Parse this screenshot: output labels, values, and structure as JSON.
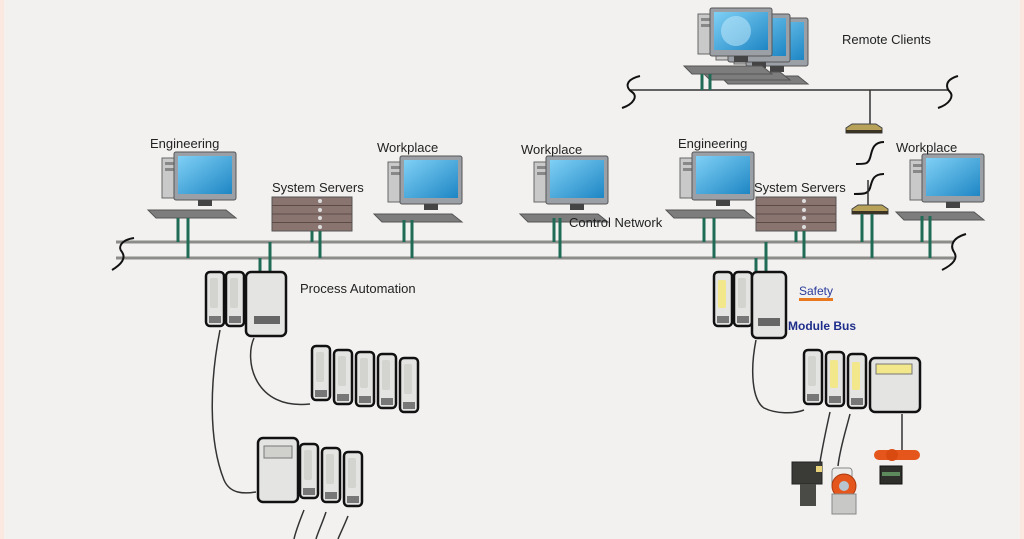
{
  "diagram": {
    "networks": {
      "remote": {
        "label": "Remote Clients"
      },
      "control": {
        "label": "Control Network"
      },
      "module_bus": {
        "label": "Module Bus"
      }
    },
    "nodes": [
      {
        "id": "eng1",
        "type": "workstation",
        "label": "Engineering"
      },
      {
        "id": "srv1",
        "type": "server",
        "label": "System Servers"
      },
      {
        "id": "wp1",
        "type": "workstation",
        "label": "Workplace"
      },
      {
        "id": "wp2",
        "type": "workstation",
        "label": "Workplace"
      },
      {
        "id": "eng2",
        "type": "workstation",
        "label": "Engineering"
      },
      {
        "id": "srv2",
        "type": "server",
        "label": "System Servers"
      },
      {
        "id": "wp3",
        "type": "workstation",
        "label": "Workplace"
      },
      {
        "id": "remote",
        "type": "workstation-group",
        "label": "Remote Clients"
      },
      {
        "id": "router1",
        "type": "router",
        "label": ""
      },
      {
        "id": "router2",
        "type": "router",
        "label": ""
      },
      {
        "id": "pa",
        "type": "controller",
        "label": "Process Automation"
      },
      {
        "id": "safety",
        "type": "controller",
        "label": "Safety"
      },
      {
        "id": "io1",
        "type": "io-rack",
        "label": ""
      },
      {
        "id": "io2",
        "type": "io-rack",
        "label": ""
      },
      {
        "id": "io3",
        "type": "io-rack",
        "label": ""
      },
      {
        "id": "dev1",
        "type": "field-device",
        "label": ""
      },
      {
        "id": "dev2",
        "type": "field-device",
        "label": ""
      },
      {
        "id": "dev3",
        "type": "field-device",
        "label": ""
      }
    ],
    "colors": {
      "background": "#f2f1f0",
      "border": "#fbe9df",
      "bus": "#8c8c88",
      "drop": "#1f6b55",
      "screen": "#2a9fd8",
      "safety_underline": "#e8791e",
      "module_bus_text": "#1e2e8a",
      "field_device_accent": "#e4561c"
    }
  }
}
